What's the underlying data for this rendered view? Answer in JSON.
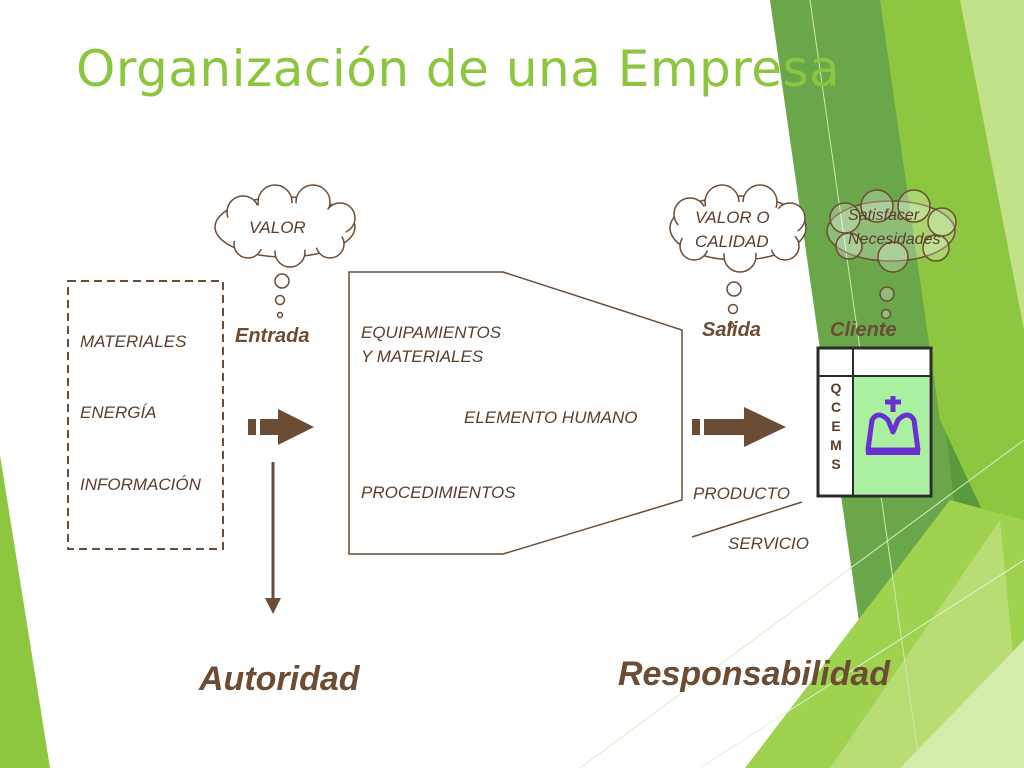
{
  "slide": {
    "title": "Organización de una Empresa"
  },
  "clouds": {
    "valor": "VALOR",
    "valor_calidad_line1": "VALOR O",
    "valor_calidad_line2": "CALIDAD",
    "satisfacer_line1": "Satisfacer",
    "satisfacer_line2": "Necesidades"
  },
  "inputs": {
    "items": [
      "MATERIALES",
      "ENERGÍA",
      "INFORMACIÓN"
    ]
  },
  "labels": {
    "entrada": "Entrada",
    "salida": "Salida",
    "cliente": "Cliente",
    "autoridad": "Autoridad",
    "responsabilidad": "Responsabilidad"
  },
  "process": {
    "equip_line1": "EQUIPAMIENTOS",
    "equip_line2": "Y MATERIALES",
    "humano": "ELEMENTO HUMANO",
    "procedimientos": "PROCEDIMIENTOS"
  },
  "outputs": {
    "producto": "PRODUCTO",
    "servicio": "SERVICIO"
  },
  "client_box": {
    "letters": [
      "Q",
      "C",
      "E",
      "M",
      "S"
    ],
    "icon": "crown-icon"
  },
  "colors": {
    "title_green": "#8cc63f",
    "brown": "#6b4c35",
    "client_fill": "#a9f0a0",
    "crown_purple": "#6a2fd0"
  }
}
